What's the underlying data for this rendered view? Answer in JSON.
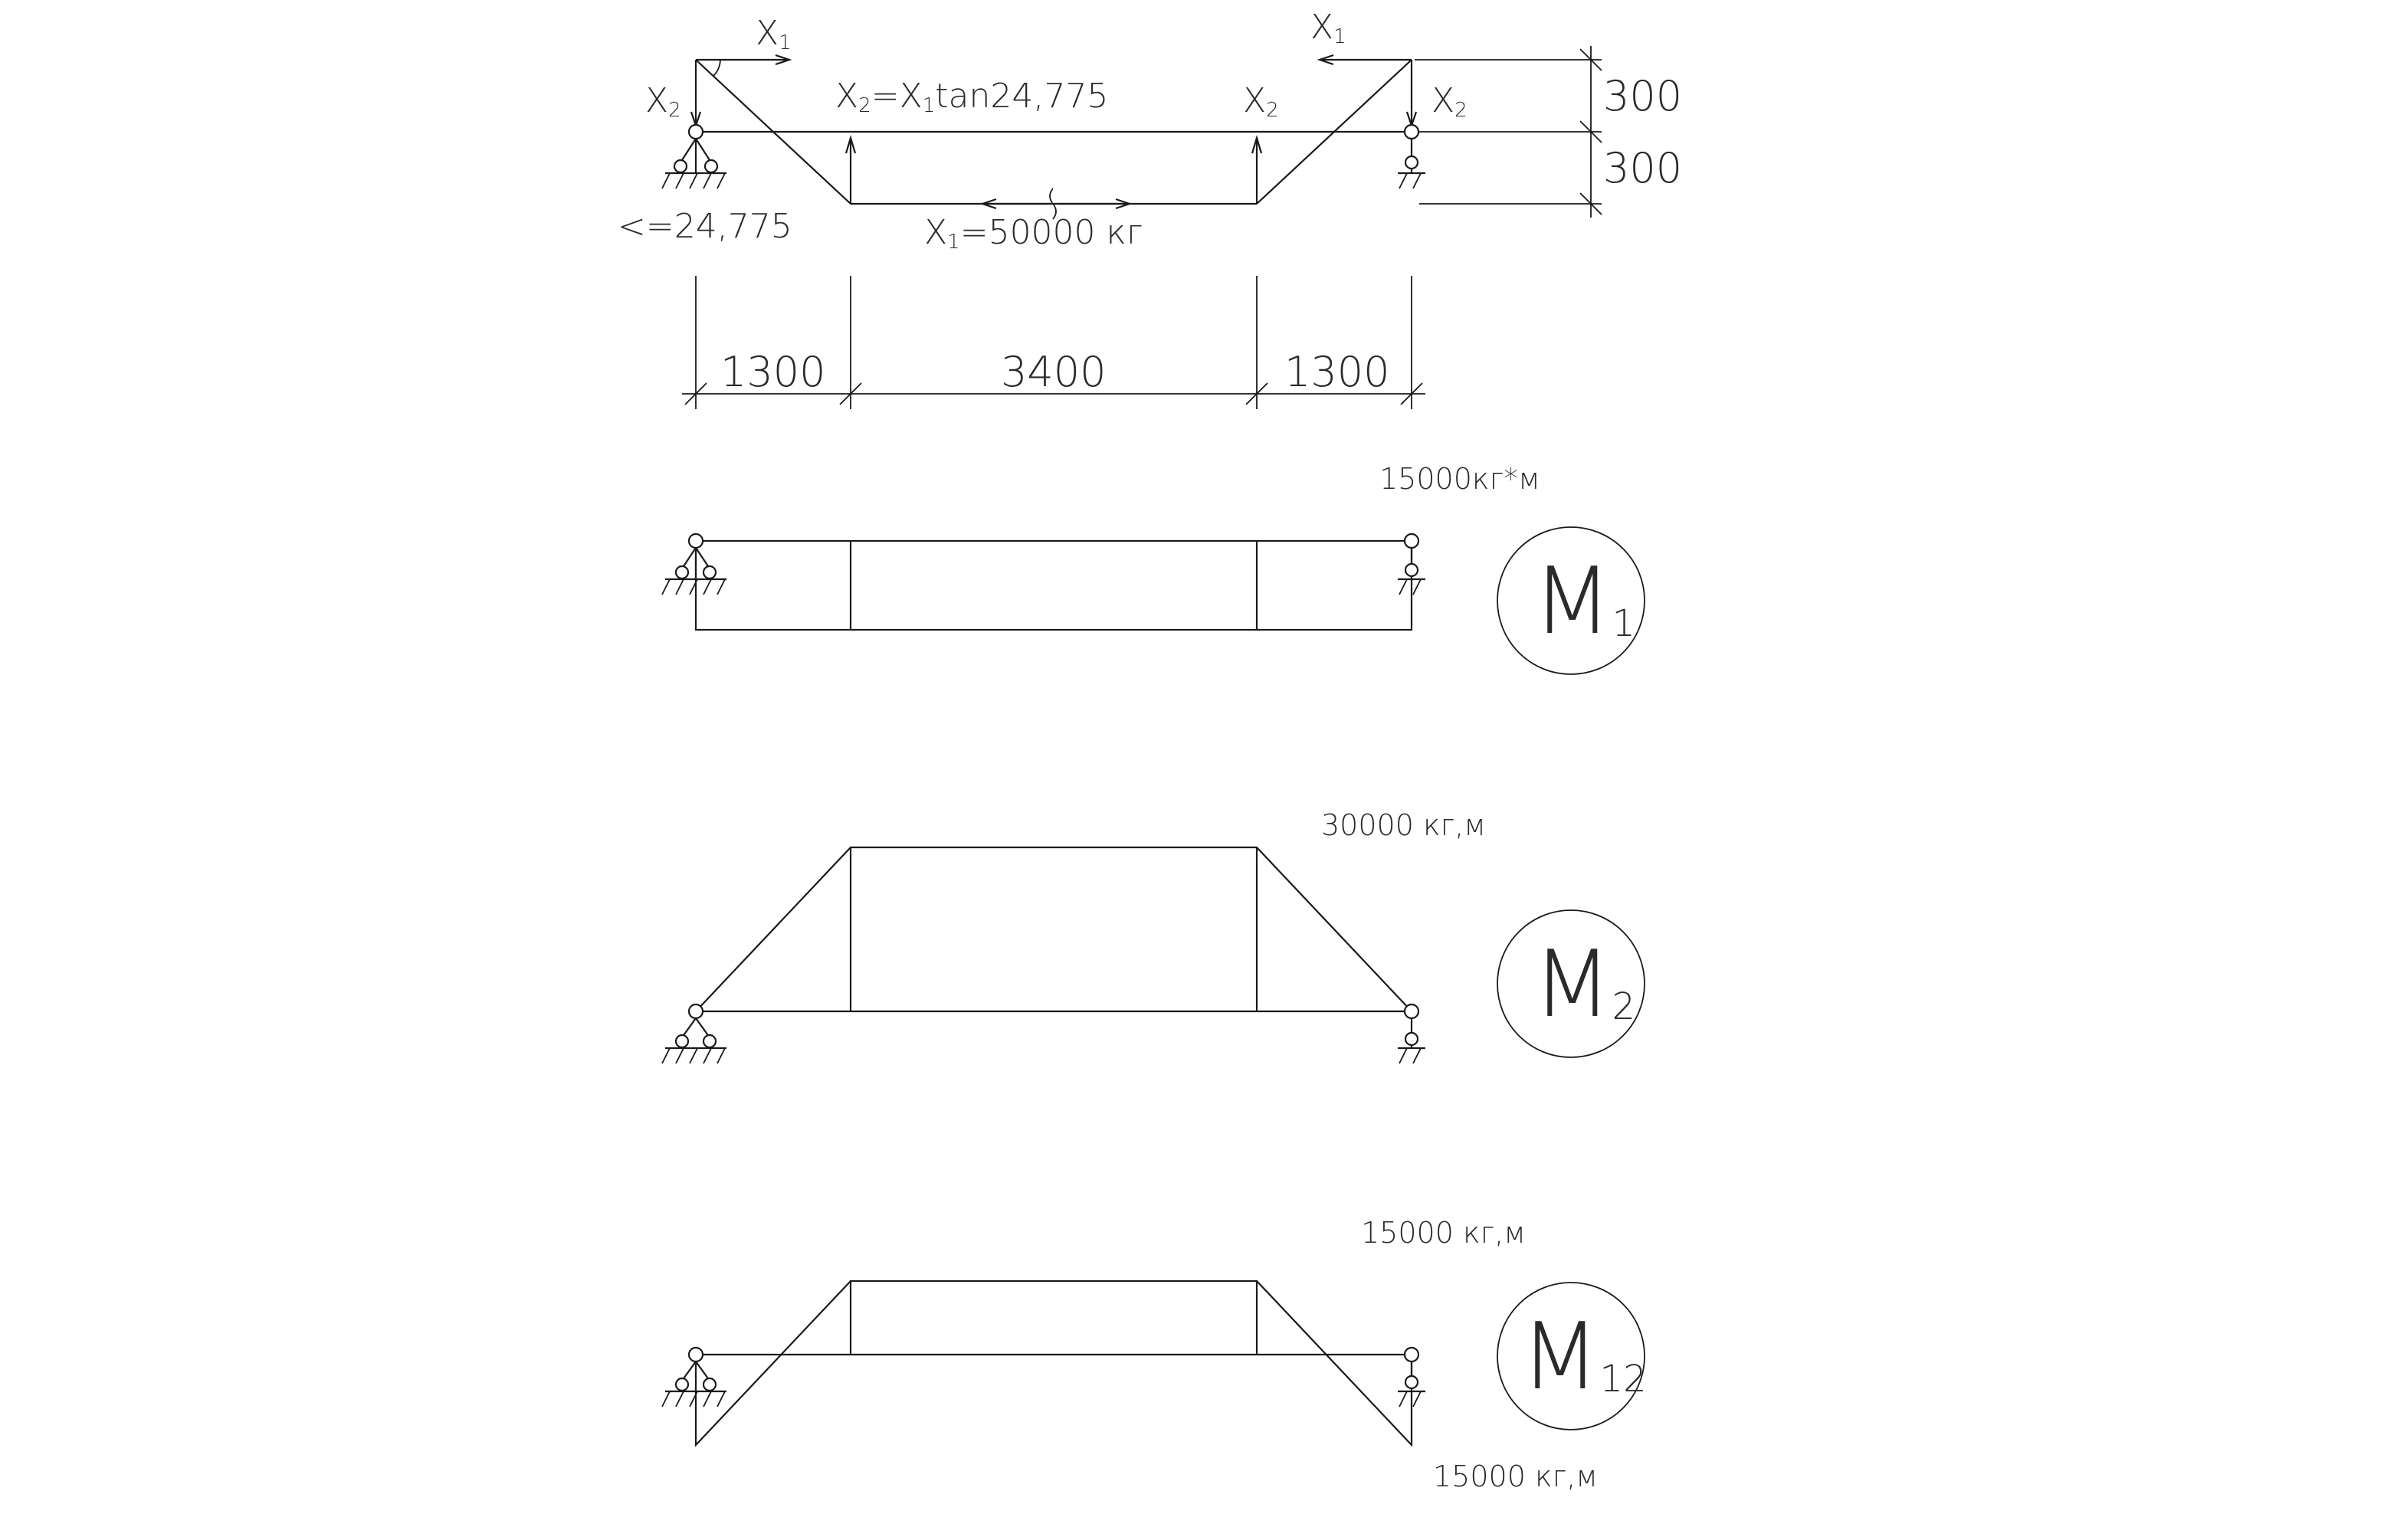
{
  "truss": {
    "x1_left": "X",
    "x1_right": "X",
    "x1_sub": "1",
    "x2_left": "X",
    "x2_mid": "X",
    "x2_right": "X",
    "x2_sub": "2",
    "formula_a": "X",
    "formula_sub2": "2",
    "formula_b": "=X",
    "formula_sub1": "1",
    "formula_c": "tan24,775",
    "angle": "<=24,775",
    "tension_a": "X",
    "tension_sub": "1",
    "tension_b": "=50000 кг"
  },
  "dimensions": {
    "height_top": "300",
    "height_bottom": "300",
    "span_left": "1300",
    "span_mid": "3400",
    "span_right": "1300"
  },
  "diagrams": [
    {
      "name": "M",
      "sub": "1",
      "value_top": "15000кг*м"
    },
    {
      "name": "M",
      "sub": "2",
      "value_top": "30000 кг,м"
    },
    {
      "name": "M",
      "sub": "12",
      "value_top": "15000 кг,м",
      "value_bottom": "15000 кг,м"
    }
  ]
}
